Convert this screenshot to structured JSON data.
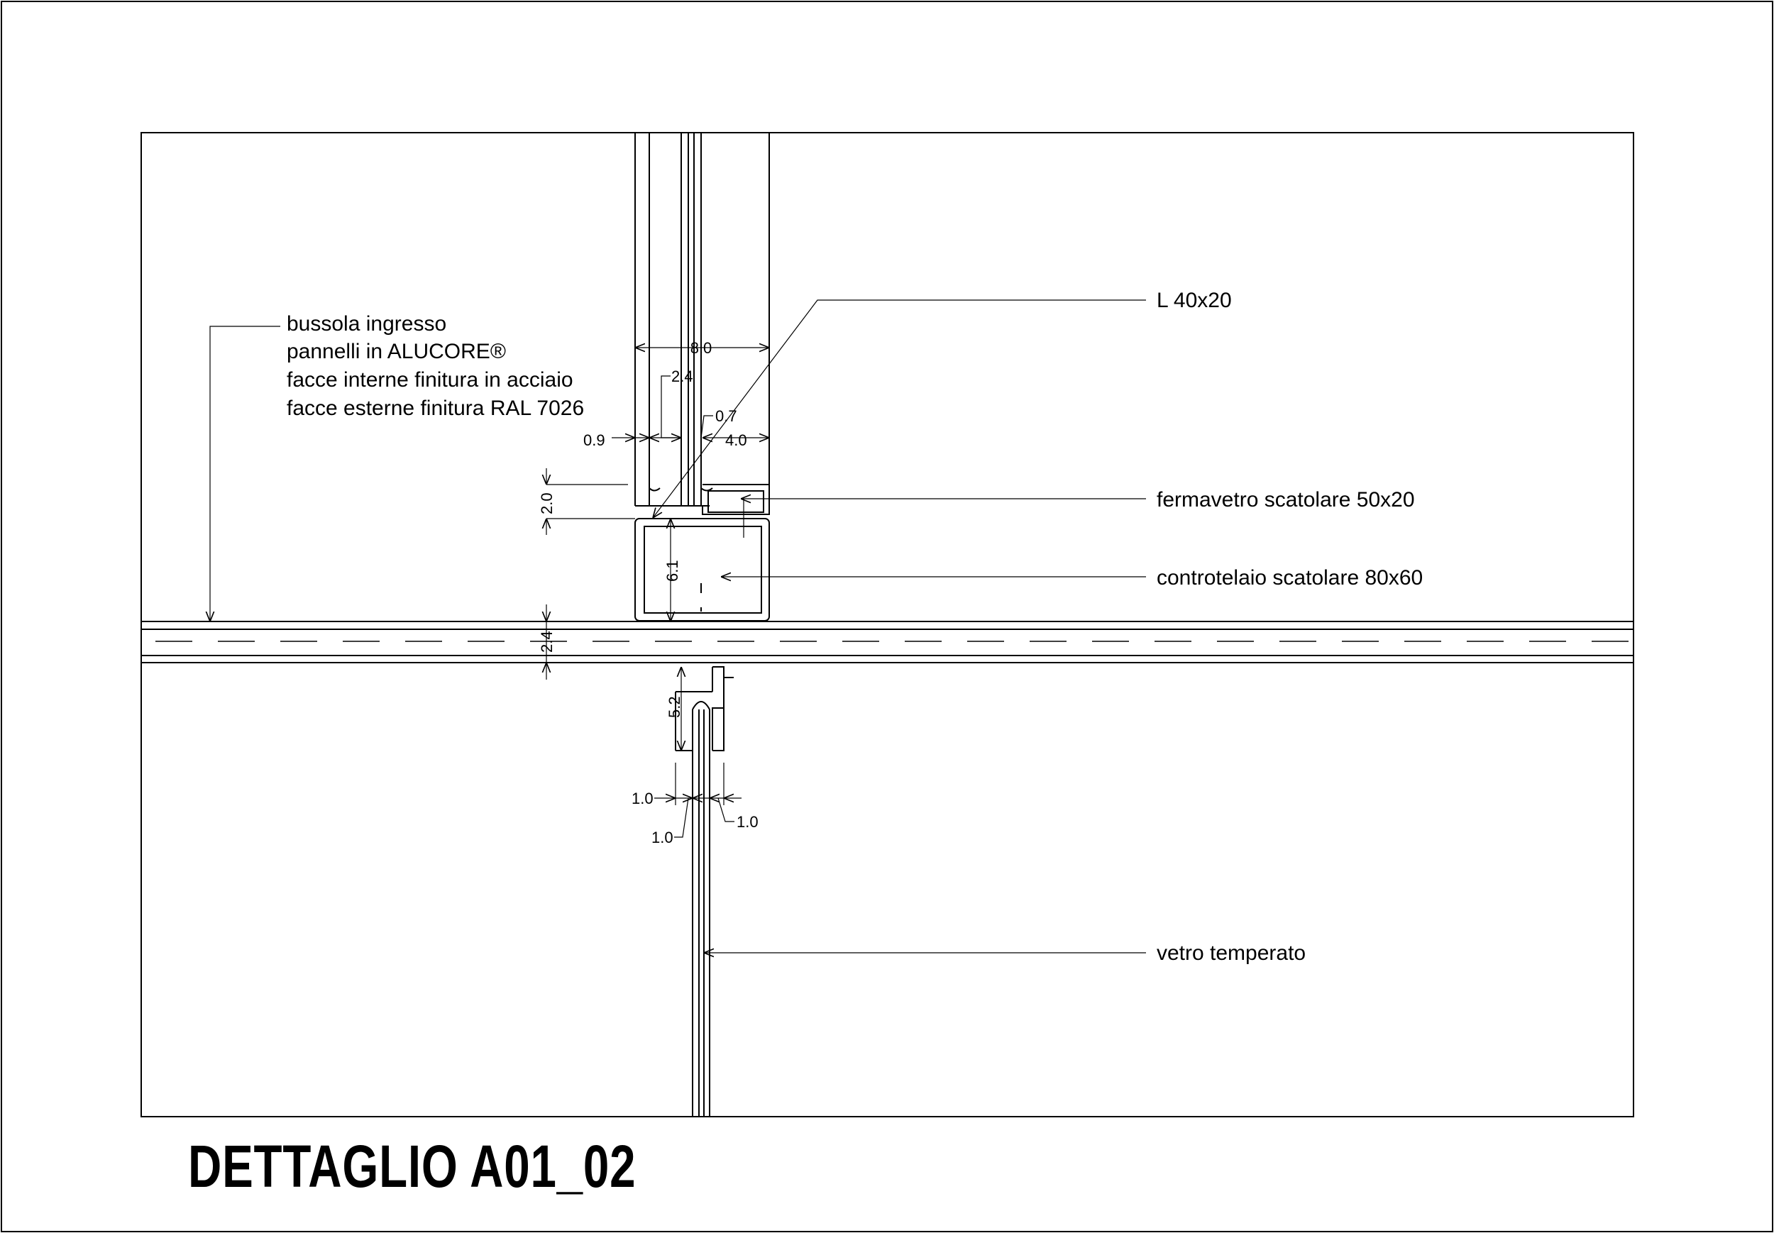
{
  "title": "DETTAGLIO A01_02",
  "labels": {
    "bussola": [
      "bussola ingresso",
      "pannelli in ALUCORE®",
      "facce interne finitura in acciaio",
      "facce esterne finitura RAL 7026"
    ],
    "angolare": "L 40x20",
    "fermavetro": "fermavetro scatolare 50x20",
    "controtelaio": "controtelaio scatolare 80x60",
    "vetro": "vetro temperato"
  },
  "dimensions": {
    "d_8_0": "8.0",
    "d_2_4_top": "2.4",
    "d_0_7": "0.7",
    "d_0_9": "0.9",
    "d_4_0": "4.0",
    "d_2_0": "2.0",
    "d_6_1": "6.1",
    "d_2_4_floor": "2.4",
    "d_5_2": "5.2",
    "d_1_0_a": "1.0",
    "d_1_0_b": "1.0",
    "d_1_0_c": "1.0"
  }
}
